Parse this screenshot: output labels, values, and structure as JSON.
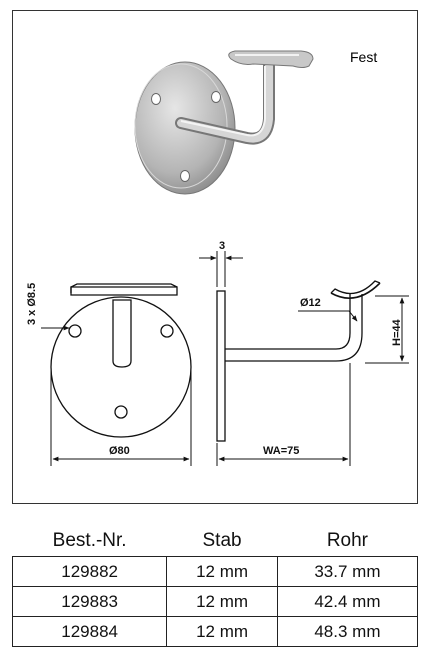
{
  "variant_label": "Fest",
  "dims": {
    "holes": "3 x Ø8.5",
    "plate_thickness": "3",
    "plate_diameter": "Ø80",
    "rod_diameter": "Ø12",
    "wall_distance": "WA=75",
    "height": "H=44"
  },
  "table": {
    "headers": [
      "Best.-Nr.",
      "Stab",
      "Rohr"
    ],
    "rows": [
      [
        "129882",
        "12 mm",
        "33.7 mm"
      ],
      [
        "129883",
        "12 mm",
        "42.4 mm"
      ],
      [
        "129884",
        "12 mm",
        "48.3 mm"
      ]
    ]
  }
}
